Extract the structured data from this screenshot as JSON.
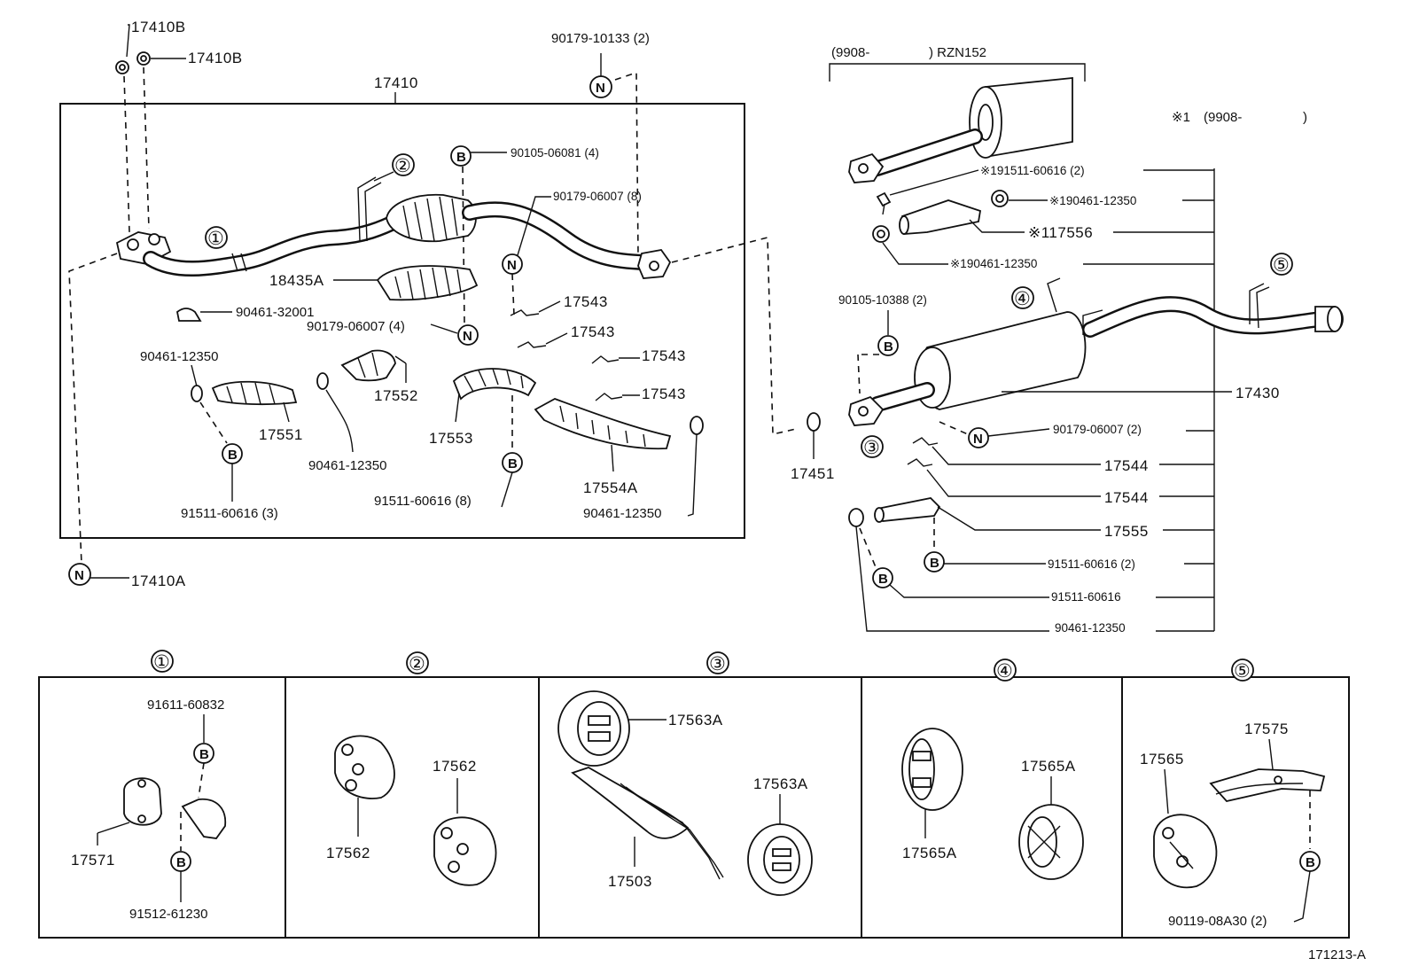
{
  "main": {
    "lbl_17410B_a": "17410B",
    "lbl_17410B_b": "17410B",
    "lbl_17410": "17410",
    "lbl_90179_10133": "90179-10133 (2)",
    "lbl_90105_06081": "90105-06081 (4)",
    "lbl_90179_06007_8": "90179-06007 (8)",
    "lbl_18435A": "18435A",
    "lbl_90461_32001": "90461-32001",
    "lbl_90179_06007_4": "90179-06007 (4)",
    "lbl_17543_a": "17543",
    "lbl_17543_b": "17543",
    "lbl_17543_c": "17543",
    "lbl_17543_d": "17543",
    "lbl_90461_12350_a": "90461-12350",
    "lbl_17552": "17552",
    "lbl_17551": "17551",
    "lbl_90461_12350_b": "90461-12350",
    "lbl_17553": "17553",
    "lbl_17554A": "17554A",
    "lbl_91511_60616_3": "91511-60616 (3)",
    "lbl_91511_60616_8": "91511-60616 (8)",
    "lbl_90461_12350_c": "90461-12350",
    "lbl_17410A": "17410A",
    "lbl_17451": "17451"
  },
  "right": {
    "range_start": "(9908-",
    "range_model": ") RZN152",
    "note1_mark": "※1",
    "note1_range": "(9908-",
    "note1_close": ")",
    "lbl_91511_60616_2a": "※191511-60616 (2)",
    "lbl_90461_12350_m1": "※190461-12350",
    "lbl_17556": "※117556",
    "lbl_90461_12350_m2": "※190461-12350",
    "lbl_90105_10388": "90105-10388 (2)",
    "lbl_17430": "17430",
    "lbl_90179_06007_2": "90179-06007 (2)",
    "lbl_17544_a": "17544",
    "lbl_17544_b": "17544",
    "lbl_17555": "17555",
    "lbl_91511_60616_2b": "91511-60616 (2)",
    "lbl_91511_60616": "91511-60616",
    "lbl_90461_12350_d": "90461-12350"
  },
  "callouts": {
    "b": "B",
    "n": "N",
    "c1": "①",
    "c2": "②",
    "c3": "③",
    "c4": "④",
    "c5": "⑤"
  },
  "panels": {
    "p1": {
      "num": "①",
      "lbl_91611": "91611-60832",
      "lbl_17571": "17571",
      "lbl_91512": "91512-61230"
    },
    "p2": {
      "num": "②",
      "lbl_17562_a": "17562",
      "lbl_17562_b": "17562"
    },
    "p3": {
      "num": "③",
      "lbl_17563A_a": "17563A",
      "lbl_17563A_b": "17563A",
      "lbl_17503": "17503"
    },
    "p4": {
      "num": "④",
      "lbl_17565A_a": "17565A",
      "lbl_17565A_b": "17565A"
    },
    "p5": {
      "num": "⑤",
      "lbl_17575": "17575",
      "lbl_17565": "17565",
      "lbl_90119": "90119-08A30 (2)"
    }
  },
  "footer": {
    "code": "171213-A"
  }
}
